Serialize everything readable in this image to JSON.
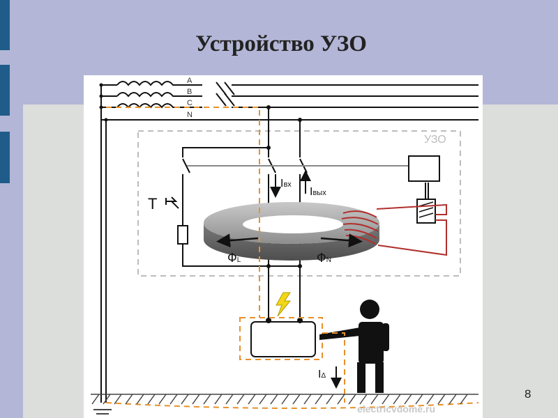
{
  "slide": {
    "title": "Устройство УЗО",
    "page_number": "8"
  },
  "diagram": {
    "phase_labels": [
      "A",
      "B",
      "C",
      "N"
    ],
    "device_label": "УЗО",
    "test_button_label": "Т",
    "current_in_label": "вх",
    "current_out_label": "вых",
    "flux_left_label": "Ф",
    "flux_left_sub": "L",
    "flux_right_label": "Ф",
    "flux_right_sub": "N",
    "leak_current_label": "I",
    "leak_current_sub": "Δ",
    "watermark": "electricvdome.ru"
  },
  "colors": {
    "accent_bar": "#1f5c8a",
    "ground_path": "#e8902a",
    "coil_wire": "#b0302c",
    "lightning": "#f2d617"
  }
}
